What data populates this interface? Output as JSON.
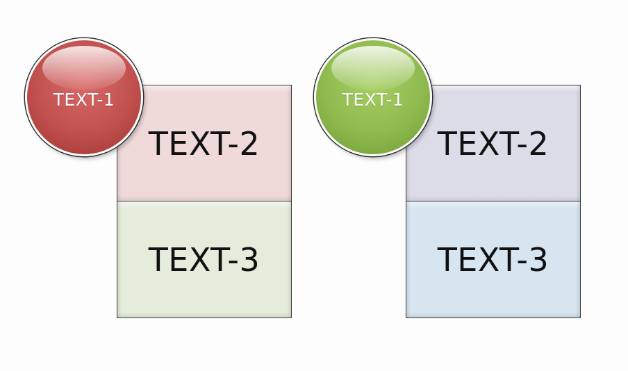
{
  "groups": [
    {
      "circle": {
        "label": "TEXT-1",
        "color": "#c0504d",
        "color_light": "#d96a67",
        "color_dark": "#9e3532"
      },
      "top_box": {
        "label": "TEXT-2",
        "color": "#efd9d9"
      },
      "bottom_box": {
        "label": "TEXT-3",
        "color": "#e4ecdb"
      }
    },
    {
      "circle": {
        "label": "TEXT-1",
        "color": "#8fba4e",
        "color_light": "#a8d064",
        "color_dark": "#6f9a34"
      },
      "top_box": {
        "label": "TEXT-2",
        "color": "#dcdce8"
      },
      "bottom_box": {
        "label": "TEXT-3",
        "color": "#d6e5f0"
      }
    }
  ]
}
